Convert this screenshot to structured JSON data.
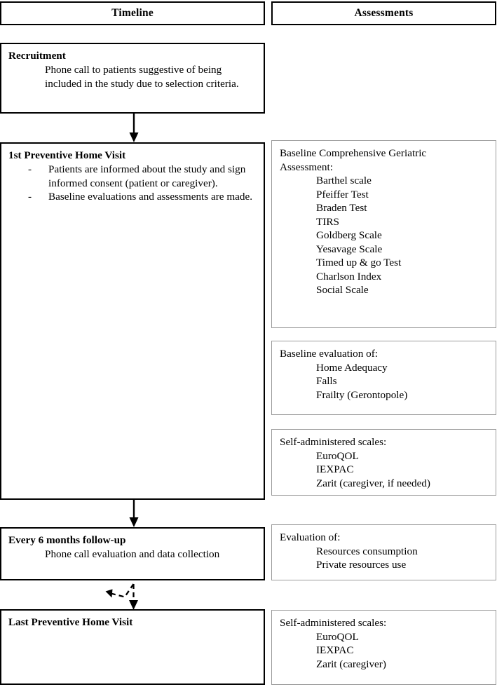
{
  "header": {
    "timeline_label": "Timeline",
    "assessments_label": "Assessments"
  },
  "timeline": {
    "recruitment": {
      "title": "Recruitment",
      "body": "Phone call to patients suggestive of being included in the study due to selection criteria."
    },
    "first_visit": {
      "title": "1st Preventive Home Visit",
      "bullet_marker": "-",
      "bullets": [
        "Patients are informed about the study and sign informed consent (patient or caregiver).",
        "Baseline evaluations and assessments are made."
      ]
    },
    "followup": {
      "title": "Every 6 months follow-up",
      "body": "Phone call evaluation and data collection"
    },
    "last_visit": {
      "title": "Last Preventive Home Visit",
      "body": ""
    }
  },
  "assessments": {
    "cga": {
      "lead_line1": "Baseline Comprehensive Geriatric",
      "lead_line2": "Assessment:",
      "items": [
        "Barthel scale",
        "Pfeiffer Test",
        "Braden Test",
        "TIRS",
        "Goldberg Scale",
        "Yesavage Scale",
        "Timed up & go Test",
        "Charlson Index",
        "Social Scale"
      ]
    },
    "baseline_evaluation": {
      "lead": "Baseline evaluation of:",
      "items": [
        "Home Adequacy",
        "Falls",
        "Frailty (Gerontopole)"
      ]
    },
    "self_administered_first": {
      "lead": "Self-administered scales:",
      "items": [
        "EuroQOL",
        "IEXPAC",
        "Zarit (caregiver, if needed)"
      ]
    },
    "evaluation_followup": {
      "lead": "Evaluation of:",
      "items": [
        "Resources consumption",
        "Private resources use"
      ]
    },
    "self_administered_last": {
      "lead": "Self-administered scales:",
      "items": [
        "EuroQOL",
        "IEXPAC",
        "Zarit (caregiver)"
      ]
    }
  },
  "connectors": {
    "arrow_recruitment_to_first": "solid-down-arrow",
    "arrow_first_to_followup": "solid-down-arrow",
    "arrow_followup_loop": "dashed-loop-arrow",
    "arrow_into_last_visit": "solid-down-arrow"
  },
  "colors": {
    "box_border_black": "#000000",
    "box_border_gray": "#9b9b9b",
    "background": "#ffffff",
    "text": "#000000"
  }
}
